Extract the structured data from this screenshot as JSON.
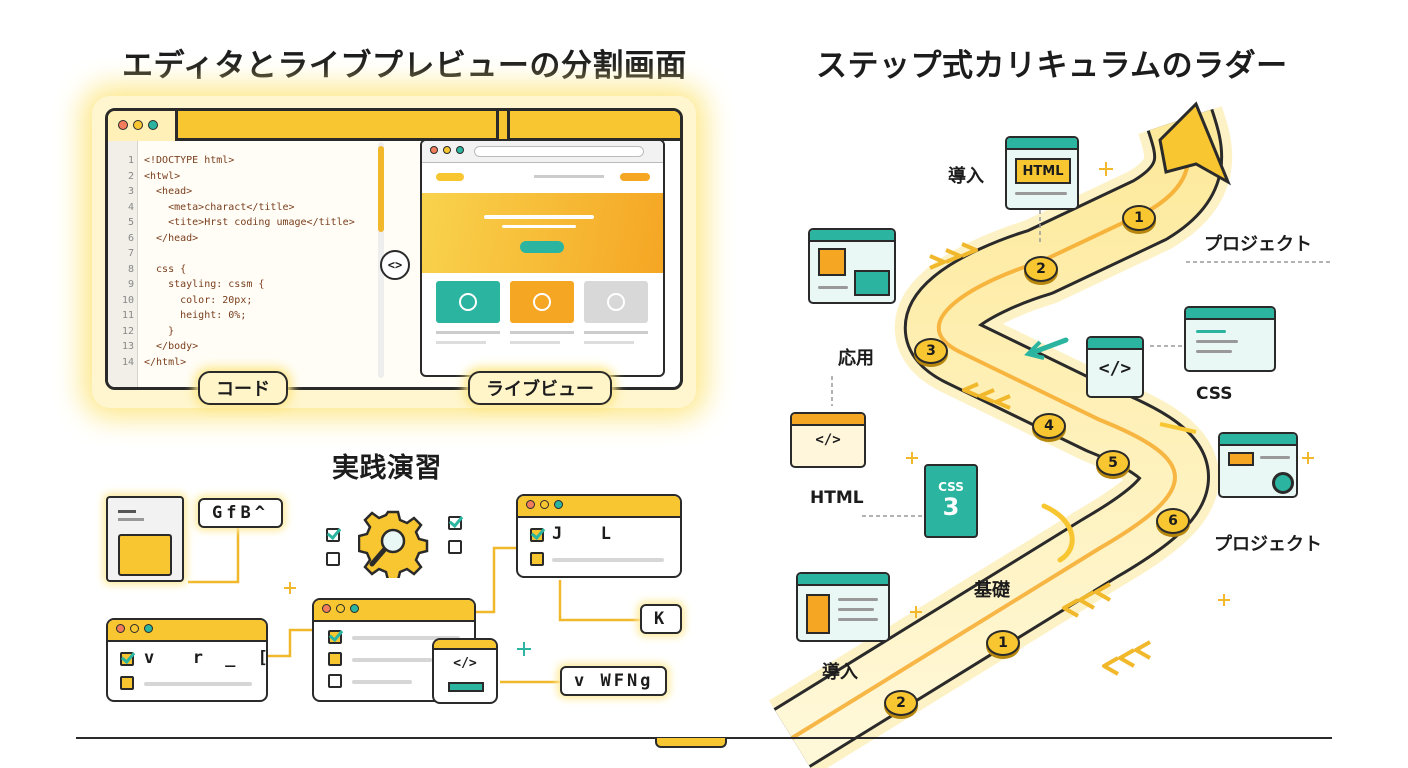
{
  "titles": {
    "split_screen": "エディタとライブプレビューの分割画面",
    "ladder": "ステップ式カリキュラムのラダー",
    "practice": "実践演習"
  },
  "editor": {
    "code_label": "コード",
    "preview_label": "ライブビュー",
    "toggle_symbol": "<>",
    "lines": [
      {
        "n": "1",
        "text": "<!DOCTYPE html>"
      },
      {
        "n": "2",
        "text": "<htwl>"
      },
      {
        "n": "3",
        "text": "  <head>"
      },
      {
        "n": "4",
        "text": "    <meta>charact</title>"
      },
      {
        "n": "5",
        "text": "    <tite>Hrst coding umage</title>"
      },
      {
        "n": "6",
        "text": "  </head>"
      },
      {
        "n": "7",
        "text": ""
      },
      {
        "n": "8",
        "text": "  css {"
      },
      {
        "n": "9",
        "text": "    stayling: cssm {"
      },
      {
        "n": "10",
        "text": "      color: 20px;"
      },
      {
        "n": "11",
        "text": "      height: 0%;"
      },
      {
        "n": "12",
        "text": "    }"
      },
      {
        "n": "13",
        "text": "  </body>"
      },
      {
        "n": "14",
        "text": "</html>"
      }
    ]
  },
  "practice": {
    "key_gfb": "GfB^",
    "win1_text": "J  L",
    "win2_text": "v  r _ [",
    "key_k": "K",
    "key_wfng": "v WFNg"
  },
  "ladder": {
    "steps_upper": [
      "1",
      "2",
      "3",
      "4",
      "5",
      "6"
    ],
    "steps_lower": [
      "1",
      "2"
    ],
    "labels": {
      "intro_top": "導入",
      "project_top": "プロジェクト",
      "applied": "応用",
      "css": "CSS",
      "html_mid": "HTML",
      "project_mid": "プロジェクト",
      "basics": "基礎",
      "intro_bottom": "導入"
    },
    "icon_html_text": "HTML",
    "icon_code_text": "</>",
    "icon_css_text": "CSS"
  },
  "colors": {
    "accent_yellow": "#f7c631",
    "accent_orange": "#f5a623",
    "teal": "#2bb5a0",
    "outline": "#2a2a2a"
  }
}
